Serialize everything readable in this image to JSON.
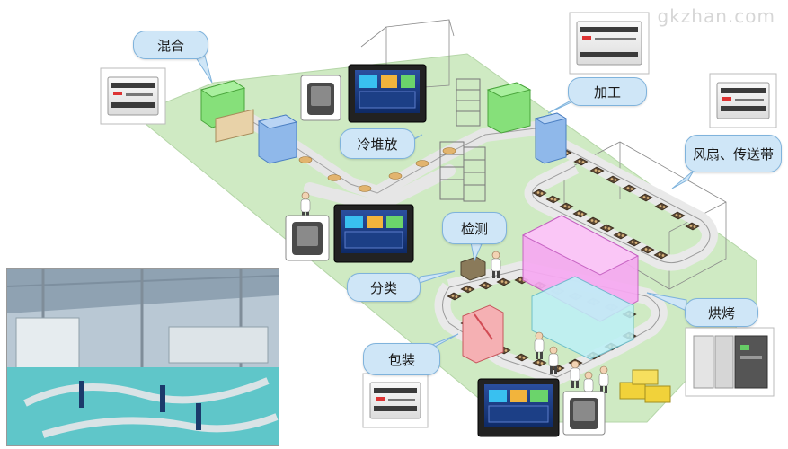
{
  "watermark": "gkzhan.com",
  "labels": {
    "mixing": "混合",
    "cooling": "冷堆放",
    "processing": "加工",
    "fan_conveyor": "风扇、传送带",
    "inspection": "检测",
    "sorting": "分类",
    "baking": "烘烤",
    "packaging": "包装"
  },
  "colors": {
    "floor": "#cfeac3",
    "mix_box": "#86e07a",
    "blue_box": "#8fb8ea",
    "pink_box": "#f7a9f2",
    "cyan_box": "#bdf1f7",
    "pack_box": "#f5b0b3",
    "callout_fill": "#cfe6f7"
  }
}
